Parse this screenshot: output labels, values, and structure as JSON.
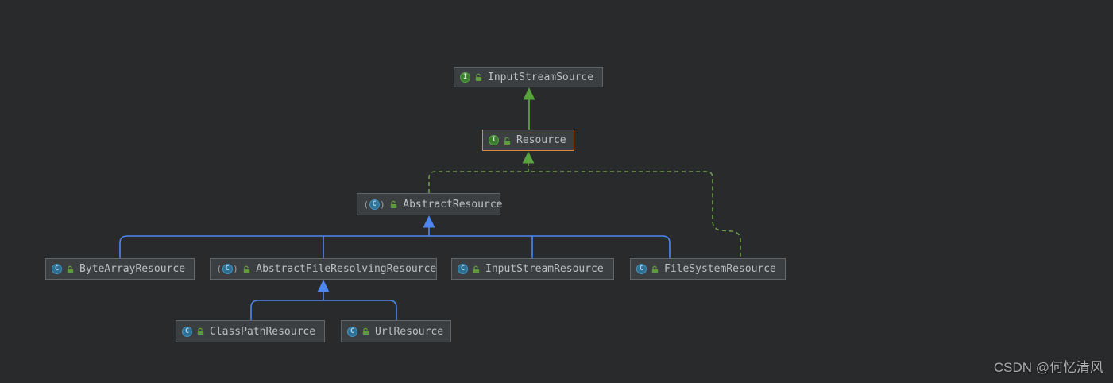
{
  "diagram": {
    "kind": "uml-class-diagram",
    "background": "#282a2c",
    "colors": {
      "node_fill": "#3c3f41",
      "node_border": "#616568",
      "node_text": "#bcc0c3",
      "selected_border": "#dd8a3f",
      "extends_class_edge": "#4d87f0",
      "extends_interface_edge": "#59a33e",
      "implements_edge": "#6f9b4e",
      "interface_icon_green": "#56a243",
      "class_icon_blue": "#3f94c4",
      "lock_icon_green": "#5f9b3d"
    },
    "nodes": [
      {
        "label": "InputStreamSource",
        "kind": "interface",
        "icons": [
          "interface-icon",
          "lock-icon"
        ],
        "selected": false
      },
      {
        "label": "Resource",
        "kind": "interface",
        "icons": [
          "interface-icon",
          "lock-icon"
        ],
        "selected": true
      },
      {
        "label": "AbstractResource",
        "kind": "abstract-class",
        "icons": [
          "abstract-class-icon",
          "lock-icon"
        ],
        "selected": false
      },
      {
        "label": "ByteArrayResource",
        "kind": "class",
        "icons": [
          "class-icon",
          "lock-icon"
        ],
        "selected": false
      },
      {
        "label": "AbstractFileResolvingResource",
        "kind": "abstract-class",
        "icons": [
          "abstract-class-icon",
          "lock-icon"
        ],
        "selected": false
      },
      {
        "label": "InputStreamResource",
        "kind": "class",
        "icons": [
          "class-icon",
          "lock-icon"
        ],
        "selected": false
      },
      {
        "label": "FileSystemResource",
        "kind": "class",
        "icons": [
          "class-icon",
          "lock-icon"
        ],
        "selected": false
      },
      {
        "label": "ClassPathResource",
        "kind": "class",
        "icons": [
          "class-icon",
          "lock-icon"
        ],
        "selected": false
      },
      {
        "label": "UrlResource",
        "kind": "class",
        "icons": [
          "class-icon",
          "lock-icon"
        ],
        "selected": false
      }
    ],
    "icon_letters": {
      "interface": "I",
      "class": "C"
    },
    "edges": [
      {
        "from": "Resource",
        "to": "InputStreamSource",
        "type": "extends-interface",
        "style": "solid-green-arrow"
      },
      {
        "from": "AbstractResource",
        "to": "Resource",
        "type": "implements",
        "style": "dashed-green-arrow"
      },
      {
        "from": "FileSystemResource",
        "to": "Resource",
        "type": "implements",
        "style": "dashed-green-arrow"
      },
      {
        "from": "ByteArrayResource",
        "to": "AbstractResource",
        "type": "extends",
        "style": "solid-blue-arrow"
      },
      {
        "from": "AbstractFileResolvingResource",
        "to": "AbstractResource",
        "type": "extends",
        "style": "solid-blue-arrow"
      },
      {
        "from": "InputStreamResource",
        "to": "AbstractResource",
        "type": "extends",
        "style": "solid-blue-arrow"
      },
      {
        "from": "FileSystemResource",
        "to": "AbstractResource",
        "type": "extends",
        "style": "solid-blue-arrow"
      },
      {
        "from": "ClassPathResource",
        "to": "AbstractFileResolvingResource",
        "type": "extends",
        "style": "solid-blue-arrow"
      },
      {
        "from": "UrlResource",
        "to": "AbstractFileResolvingResource",
        "type": "extends",
        "style": "solid-blue-arrow"
      }
    ]
  },
  "watermark": {
    "text": "CSDN @何忆清风"
  }
}
